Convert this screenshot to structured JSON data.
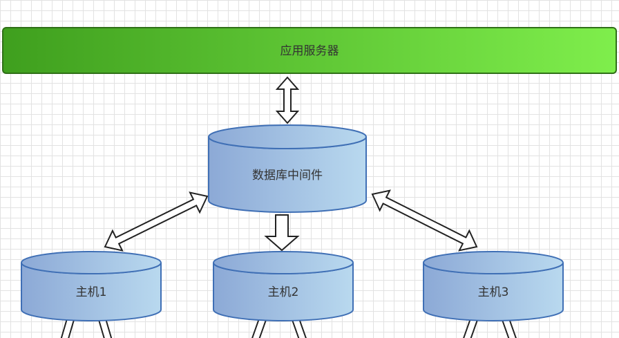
{
  "diagram": {
    "app_server": {
      "label": "应用服务器"
    },
    "middleware": {
      "label": "数据库中间件"
    },
    "hosts": [
      {
        "label": "主机1"
      },
      {
        "label": "主机2"
      },
      {
        "label": "主机3"
      }
    ]
  },
  "colors": {
    "server_fill_start": "#3f9f1e",
    "server_fill_end": "#7fee4c",
    "server_stroke": "#2f6f17",
    "db_fill_start": "#8ca9d6",
    "db_fill_end": "#b9d9ef",
    "db_stroke": "#3f6fb5",
    "arrow_stroke": "#222222",
    "grid": "#e2e2e2"
  }
}
